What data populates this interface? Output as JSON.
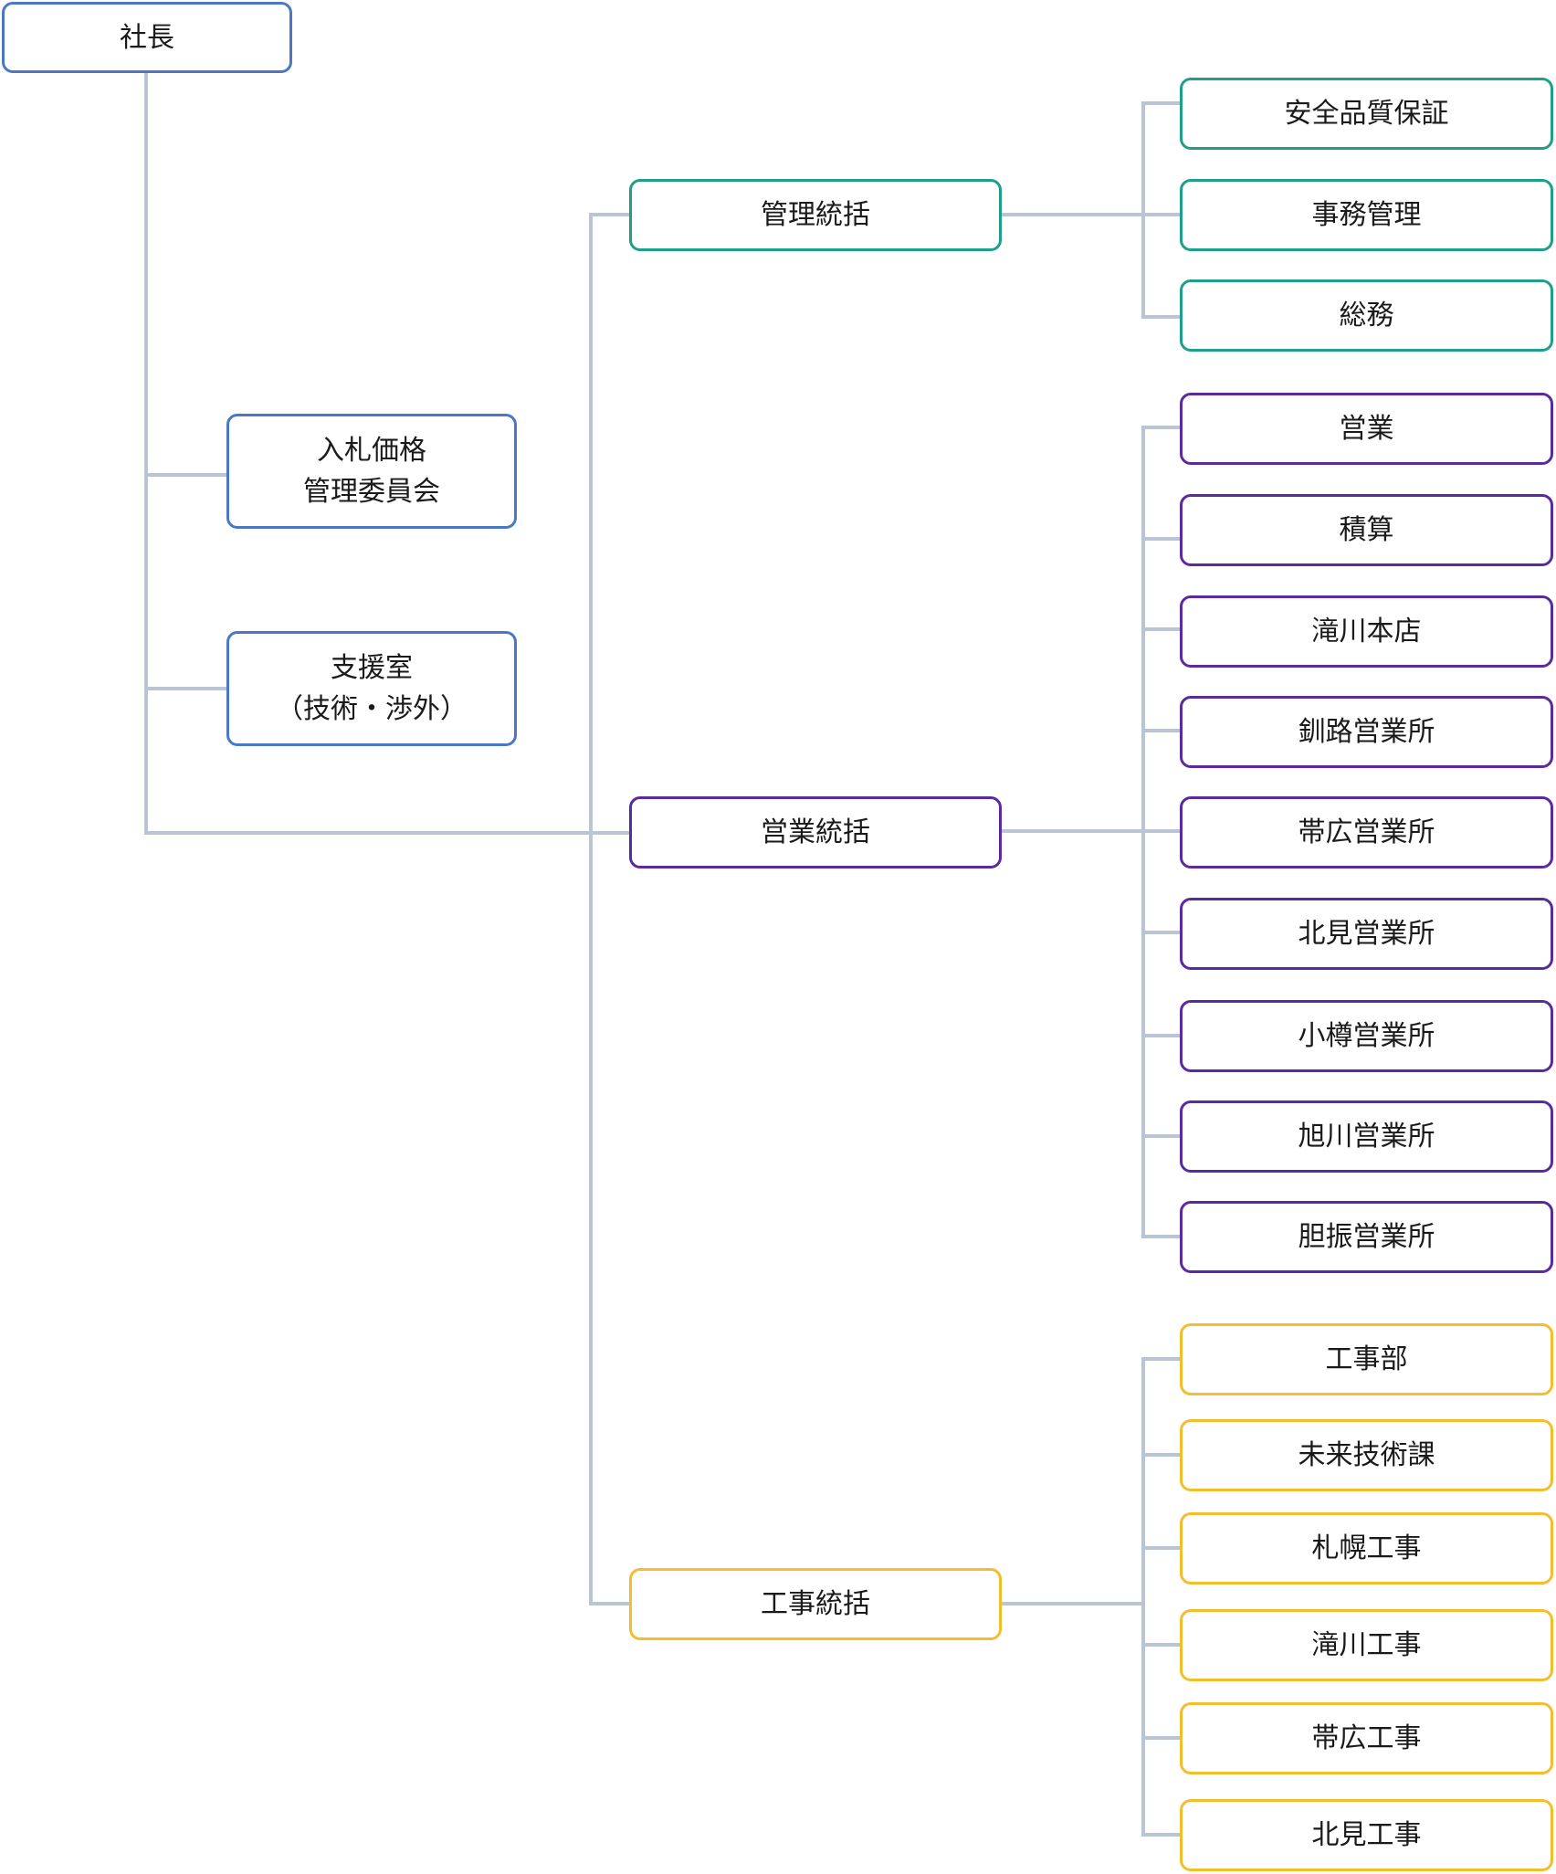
{
  "colors": {
    "line": "#b9c5d4",
    "blue": "#4a78c4",
    "teal": "#1f9e8c",
    "purple": "#5a2aa0",
    "yellow": "#f3bd2c"
  },
  "root": {
    "label": "社長"
  },
  "staff": [
    {
      "label": "入札価格\n管理委員会"
    },
    {
      "label": "支援室\n（技術・渉外）"
    }
  ],
  "divisions": [
    {
      "label": "管理統括",
      "color": "teal",
      "departments": [
        "安全品質保証",
        "事務管理",
        "総務"
      ]
    },
    {
      "label": "営業統括",
      "color": "purple",
      "departments": [
        "営業",
        "積算",
        "滝川本店",
        "釧路営業所",
        "帯広営業所",
        "北見営業所",
        "小樽営業所",
        "旭川営業所",
        "胆振営業所"
      ]
    },
    {
      "label": "工事統括",
      "color": "yellow",
      "departments": [
        "工事部",
        "未来技術課",
        "札幌工事",
        "滝川工事",
        "帯広工事",
        "北見工事"
      ]
    }
  ]
}
